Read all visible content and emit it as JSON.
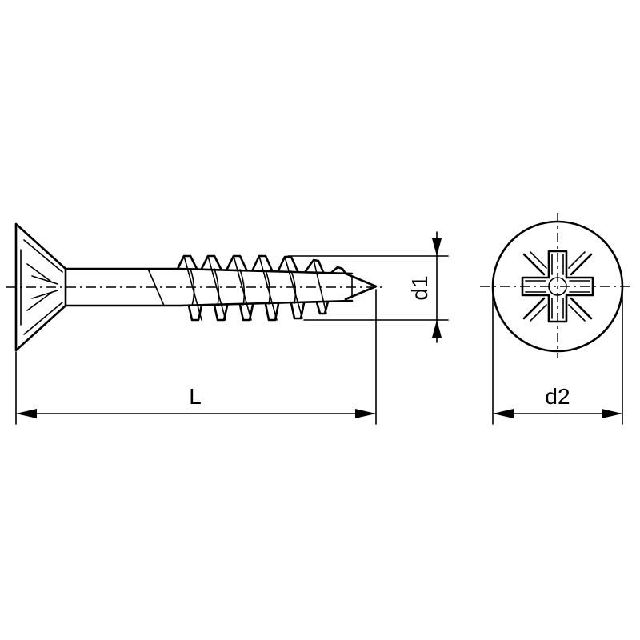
{
  "labels": {
    "length": "L",
    "thread_diameter": "d1",
    "head_diameter": "d2"
  }
}
